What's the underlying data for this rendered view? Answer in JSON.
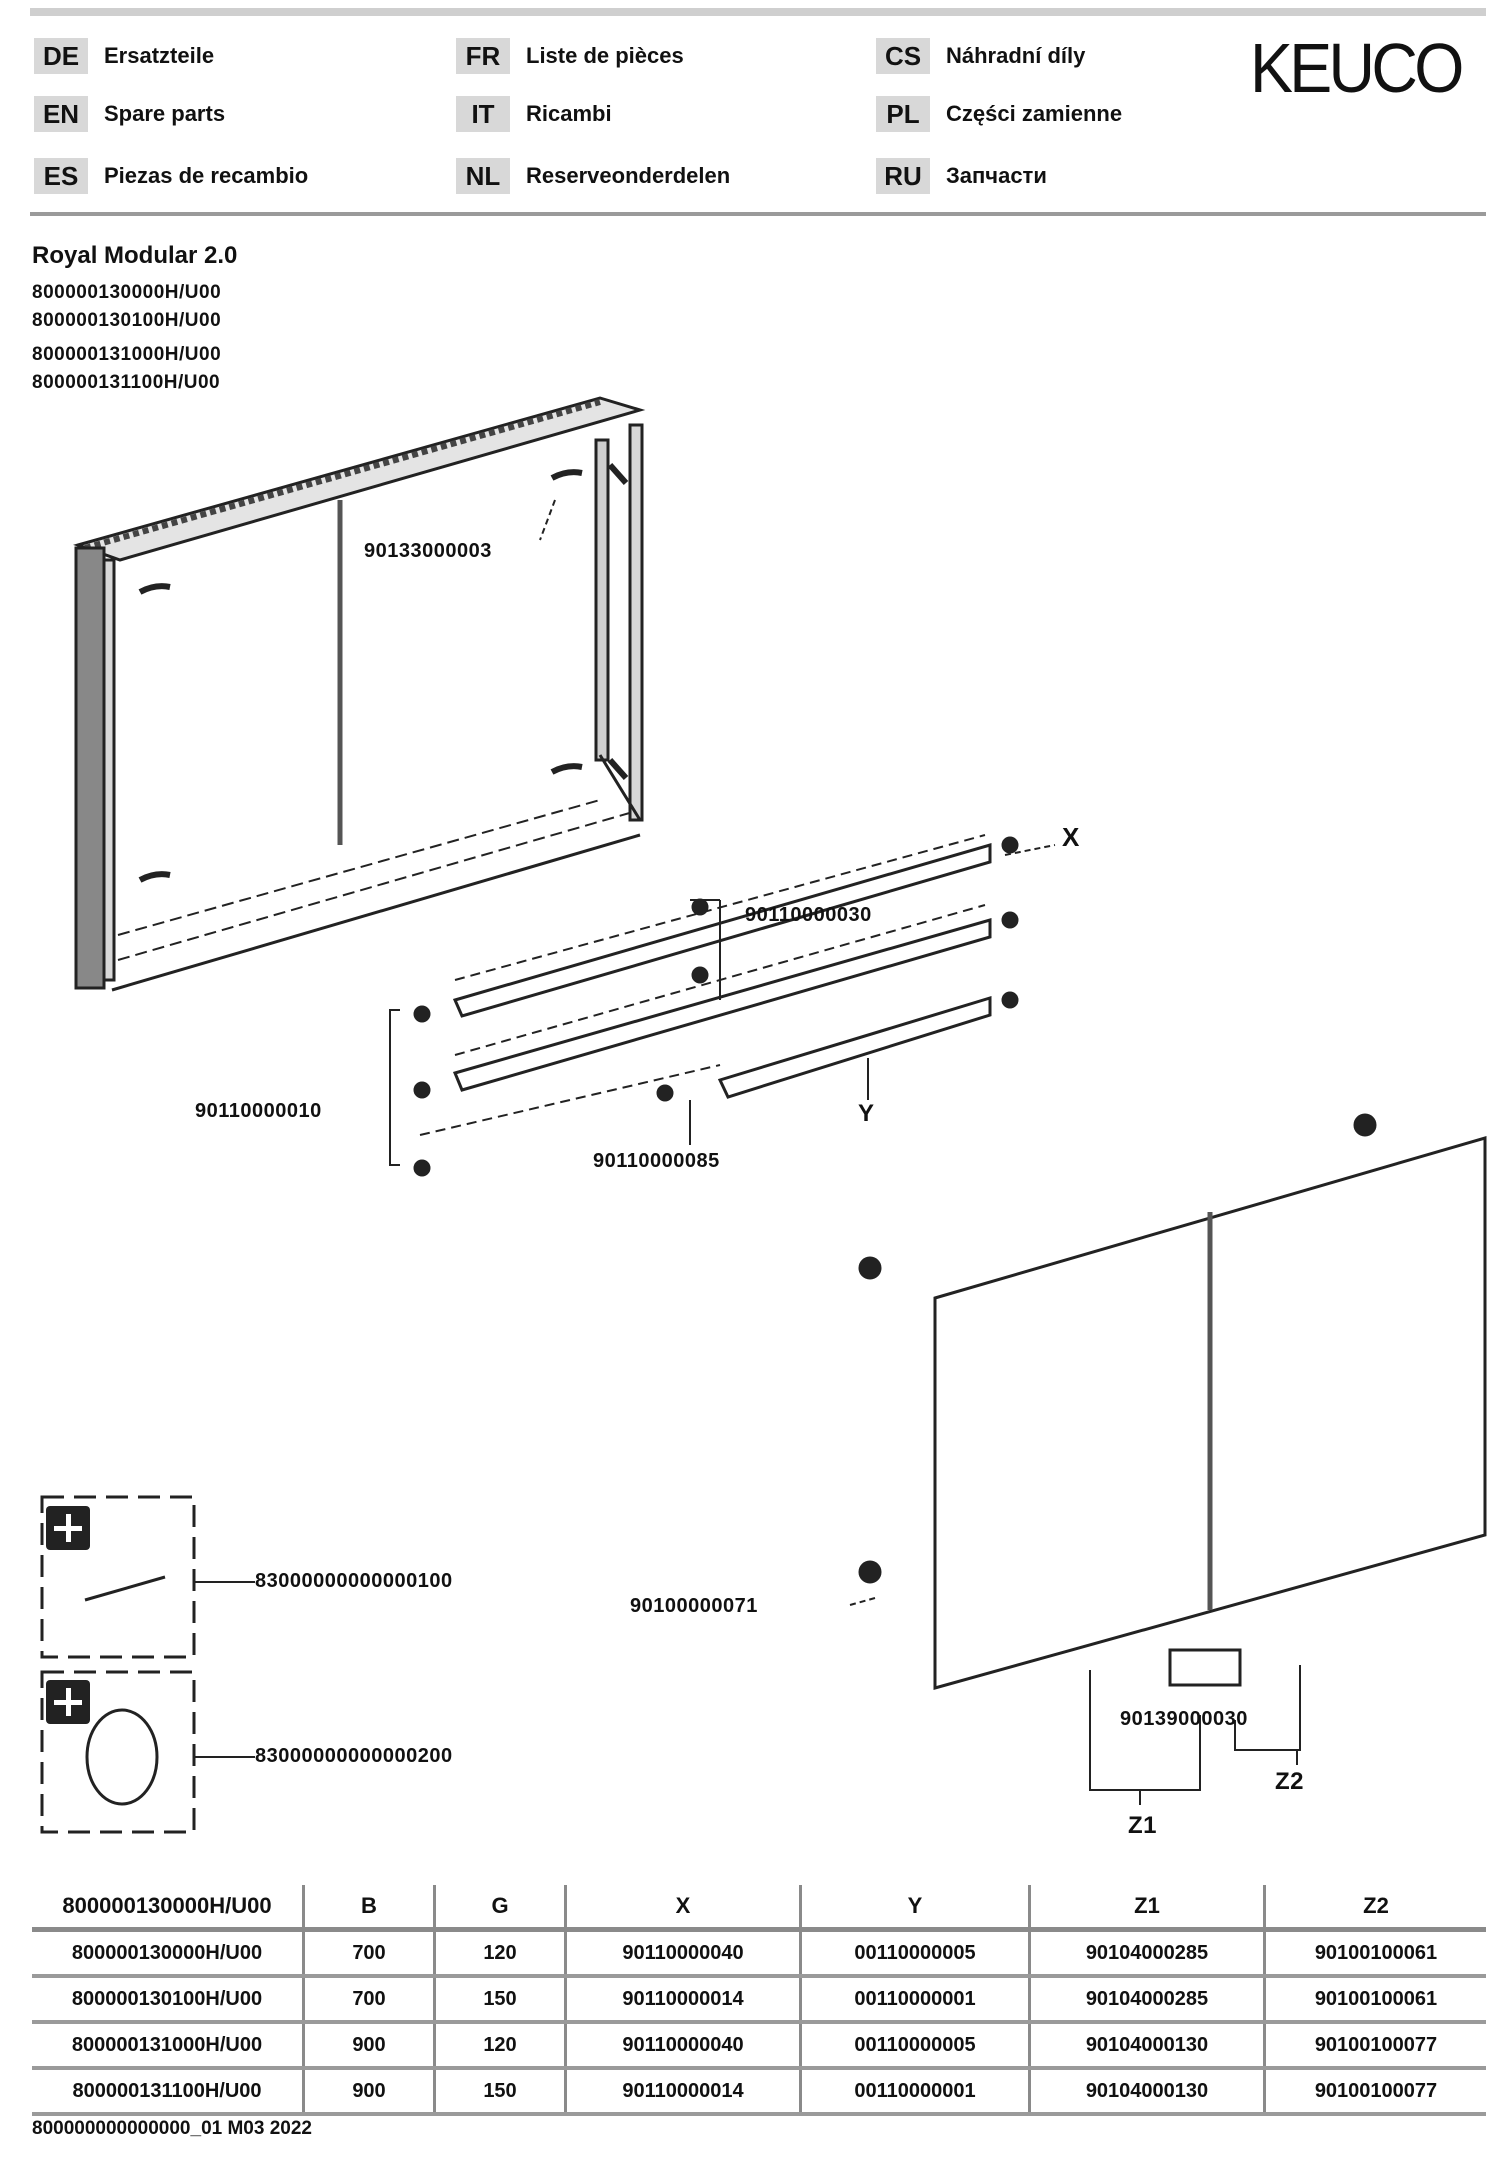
{
  "header": {
    "brand": "KEUCO",
    "languages": [
      {
        "code": "DE",
        "label": "Ersatzteile"
      },
      {
        "code": "EN",
        "label": "Spare parts"
      },
      {
        "code": "ES",
        "label": "Piezas de recambio"
      },
      {
        "code": "FR",
        "label": "Liste de pièces"
      },
      {
        "code": "IT",
        "label": "Ricambi"
      },
      {
        "code": "NL",
        "label": "Reserveonderdelen"
      },
      {
        "code": "CS",
        "label": "Náhradní díly"
      },
      {
        "code": "PL",
        "label": "Części zamienne"
      },
      {
        "code": "RU",
        "label": "Запчасти"
      }
    ]
  },
  "product": {
    "title": "Royal Modular 2.0",
    "article_numbers": [
      "800000130000H/U00",
      "800000130100H/U00",
      "800000131000H/U00",
      "800000131100H/U00"
    ]
  },
  "diagram": {
    "callouts": {
      "hinge_top": "90133000003",
      "shelf_clip": "90110000030",
      "shelf_support": "90110000010",
      "shelf_small_part": "90110000085",
      "door_hinge": "90100000071",
      "door_bottom_part": "90139000030",
      "accessory_1": "83000000000000100",
      "accessory_2": "83000000000000200"
    },
    "markers": {
      "x": "X",
      "y": "Y",
      "z1": "Z1",
      "z2": "Z2"
    }
  },
  "parts_table": {
    "headers": [
      "800000130000H/U00",
      "B",
      "G",
      "X",
      "Y",
      "Z1",
      "Z2"
    ],
    "rows": [
      [
        "800000130000H/U00",
        "700",
        "120",
        "90110000040",
        "00110000005",
        "90104000285",
        "90100100061"
      ],
      [
        "800000130100H/U00",
        "700",
        "150",
        "90110000014",
        "00110000001",
        "90104000285",
        "90100100061"
      ],
      [
        "800000131000H/U00",
        "900",
        "120",
        "90110000040",
        "00110000005",
        "90104000130",
        "90100100077"
      ],
      [
        "800000131100H/U00",
        "900",
        "150",
        "90110000014",
        "00110000001",
        "90104000130",
        "90100100077"
      ]
    ]
  },
  "footer": {
    "doc_id": "800000000000000_01 M03 2022"
  }
}
